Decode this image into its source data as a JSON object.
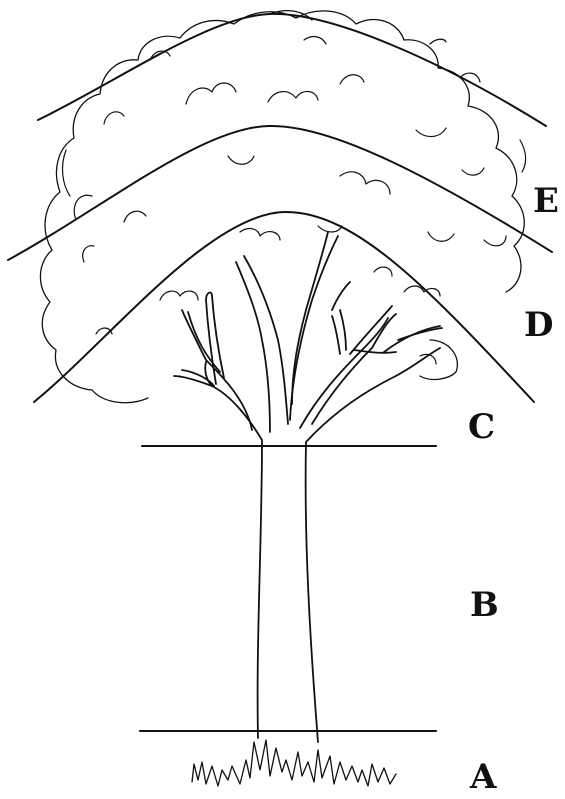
{
  "zones": {
    "e": {
      "label": "E"
    },
    "d": {
      "label": "D"
    },
    "c": {
      "label": "C"
    },
    "b": {
      "label": "B"
    },
    "a": {
      "label": "A"
    }
  },
  "colors": {
    "ink": "#111111",
    "background": "#ffffff"
  }
}
